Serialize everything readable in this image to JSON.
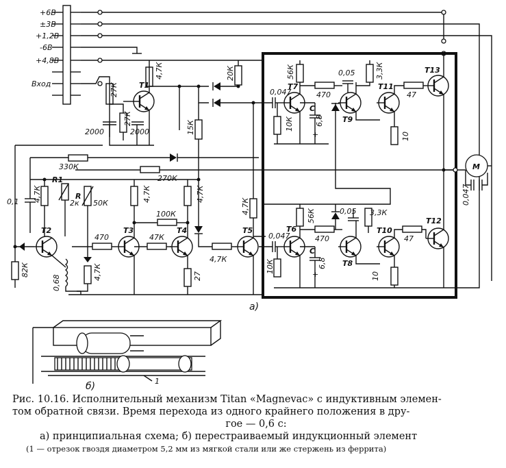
{
  "connector": {
    "pins": [
      "+6В",
      "±3В",
      "+1,2В",
      "-6В",
      "+4,8В",
      "Вход"
    ]
  },
  "transistors": [
    "T1",
    "T2",
    "T3",
    "T4",
    "T5",
    "T6",
    "T7",
    "T8",
    "T9",
    "T10",
    "T11",
    "T12",
    "T13"
  ],
  "components": {
    "r_27k_a": "27К",
    "r_27k_b": "27К",
    "c_2000_a": "2000",
    "c_2000_b": "2000",
    "r_4_7k_t1": "4,7К",
    "r_20k": "20К",
    "r_15k": "15К",
    "r_330k": "330К",
    "r_270k": "270К",
    "c_0_1": "0,1",
    "r_4_7k_t2": "4,7К",
    "r1_label": "R1",
    "r1_value": "2к",
    "r_82k": "82К",
    "l_0_68": "0,68",
    "r_label": "R",
    "r_50k": "50К",
    "r_4_7k_rb": "4,7К",
    "r_470_t3": "470",
    "r_4_7k_t3": "4,7К",
    "r_47k_t4": "47К",
    "r_100k": "100К",
    "r_4_7k_t4": "4,7К",
    "r_27_t4": "27",
    "r_4_7k_t5c": "4,7К",
    "r_4_7k_t5b": "4,7К",
    "c_0_047_t7": "0,047",
    "r_56k_t7": "56К",
    "r_10k_t7": "10К",
    "r_470_t7": "470",
    "c_label_t7": "С",
    "c_6_8_t7": "6,8",
    "c_0_05_t9": "0,05",
    "r_3_3k_t9": "3,3К",
    "r_47_t11": "47",
    "r_10_t11": "10",
    "c_0_047_t6": "0,047",
    "r_56k_t6": "56К",
    "r_10k_t6": "10К",
    "r_470_t6": "470",
    "c_label_t6": "С",
    "c_6_8_t6": "6,8",
    "c_0_05_t10": "0,05",
    "r_3_3k_t10": "3,3К",
    "r_47_t12": "47",
    "r_10_t10": "10",
    "motor": "М",
    "c_0_047_motor": "0,047",
    "plus_sign": "+"
  },
  "sublabels": {
    "a": "а)",
    "b": "б)",
    "part_1": "1"
  },
  "caption": {
    "line1": "Рис. 10.16. Исполнительный механизм Titan «Magnevac» с индуктивным элемен-",
    "line2": "том обратной связи. Время перехода из одного  крайнего  положения  в дру-",
    "line3": "гое — 0,6 с:",
    "line4": "а) принципиальная схема; б) перестраиваемый индукционный элемент",
    "line5": "(1 — отрезок гвоздя диаметром 5,2 мм из мягкой стали или же стержень из феррита)"
  }
}
